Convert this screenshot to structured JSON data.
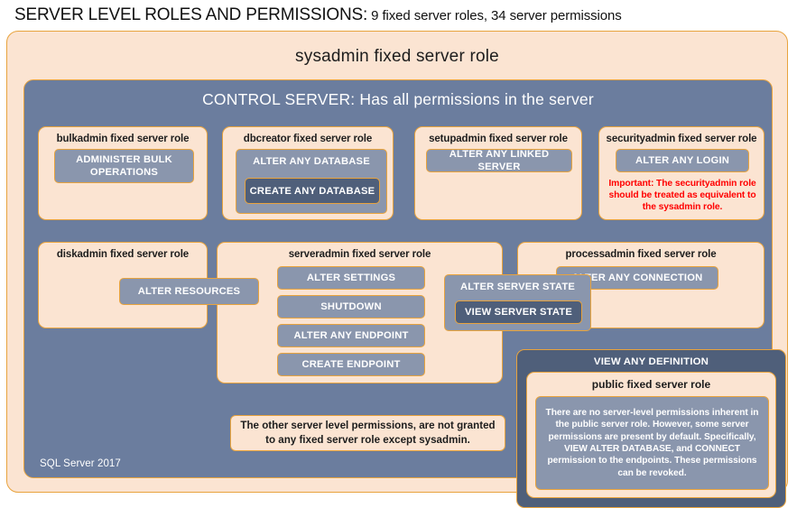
{
  "title": {
    "main": "SERVER LEVEL ROLES AND PERMISSIONS:",
    "sub": " 9 fixed server roles, 34 server permissions"
  },
  "sysadmin": {
    "label": "sysadmin  fixed  server  role"
  },
  "control_server": {
    "label": "CONTROL SERVER: Has all permissions in the server",
    "version": "SQL Server 2017"
  },
  "roles": {
    "bulkadmin": {
      "title": "bulkadmin  fixed server role",
      "permission": "ADMINISTER  BULK OPERATIONS"
    },
    "dbcreator": {
      "title": "dbcreator fixed server role",
      "permission_outer": "ALTER ANY DATABASE",
      "permission_inner": "CREATE  ANY DATABASE"
    },
    "setupadmin": {
      "title": "setupadmin fixed server role",
      "permission": "ALTER ANY LINKED SERVER"
    },
    "securityadmin": {
      "title": "securityadmin  fixed server role",
      "permission": "ALTER ANY LOGIN",
      "note": "Important:  The securityadmin role should  be treated as equivalent to the  sysadmin role."
    },
    "diskadmin": {
      "title": "diskadmin  fixed server role",
      "permission": "ALTER RESOURCES"
    },
    "serveradmin": {
      "title": "serveradmin  fixed server role",
      "permissions": [
        "ALTER SETTINGS",
        "SHUTDOWN",
        "ALTER ANY ENDPOINT",
        "CREATE  ENDPOINT"
      ],
      "permission_state_outer": "ALTER SERVER STATE",
      "permission_state_inner": "VIEW SERVER STATE"
    },
    "processadmin": {
      "title": "processadmin  fixed server role",
      "permission": "ALTER ANY CONNECTION"
    },
    "public": {
      "view_any_definition": "VIEW  ANY DEFINITION",
      "title": "public  fixed server role",
      "body": "There are no server-level permissions inherent in the public server role. However, some server permissions are present by default. Specifically, VIEW ALTER DATABASE, and CONNECT permission to the endpoints. These permissions can be revoked."
    }
  },
  "footnote": {
    "text": "The other server level permissions,  are not granted to any fixed server role except sysadmin."
  },
  "colors": {
    "cream": "#fbe4d2",
    "gold_border": "#e8a33d",
    "slate_panel": "#6b7d9e",
    "chip": "#8a96ad",
    "chip_dark": "#4f5f7a",
    "warning_red": "#ff0000"
  }
}
